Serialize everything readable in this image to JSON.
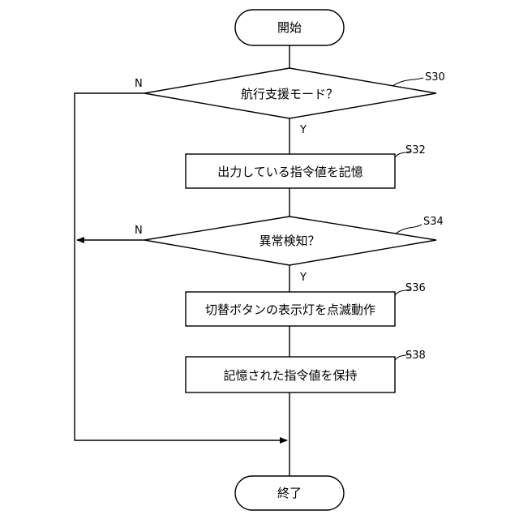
{
  "nodes": {
    "start": "開始",
    "s30": "航行支援モード？",
    "s32": "出力している指令値を記憶",
    "s34": "異常検知？",
    "s36": "切替ボタンの表示灯を点滅動作",
    "s38": "記憶された指令値を保持",
    "end": "終了"
  },
  "steps": {
    "s30": "S30",
    "s32": "S32",
    "s34": "S34",
    "s36": "S36",
    "s38": "S38"
  },
  "branches": {
    "s30_no": "N",
    "s30_yes": "Y",
    "s34_no": "N",
    "s34_yes": "Y"
  }
}
